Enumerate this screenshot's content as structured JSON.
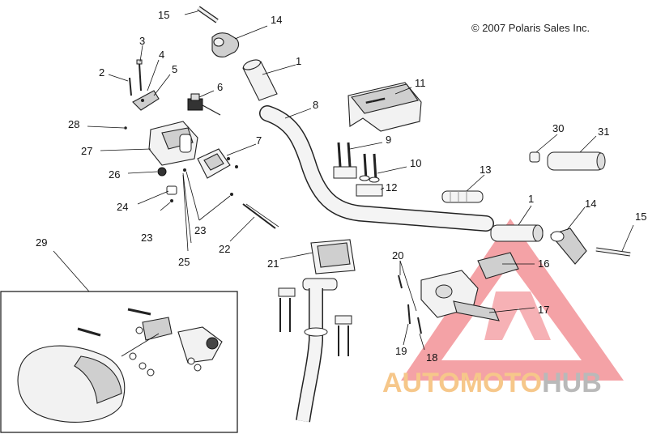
{
  "copyright": "© 2007 Polaris Sales Inc.",
  "callouts": [
    {
      "id": "c15a",
      "label": "15"
    },
    {
      "id": "c14a",
      "label": "14"
    },
    {
      "id": "c3",
      "label": "3"
    },
    {
      "id": "c4",
      "label": "4"
    },
    {
      "id": "c2",
      "label": "2"
    },
    {
      "id": "c5",
      "label": "5"
    },
    {
      "id": "c1a",
      "label": "1"
    },
    {
      "id": "c6",
      "label": "6"
    },
    {
      "id": "c8",
      "label": "8"
    },
    {
      "id": "c11",
      "label": "11"
    },
    {
      "id": "c28",
      "label": "28"
    },
    {
      "id": "c27",
      "label": "27"
    },
    {
      "id": "c7",
      "label": "7"
    },
    {
      "id": "c9",
      "label": "9"
    },
    {
      "id": "c30",
      "label": "30"
    },
    {
      "id": "c31",
      "label": "31"
    },
    {
      "id": "c10",
      "label": "10"
    },
    {
      "id": "c26",
      "label": "26"
    },
    {
      "id": "c13",
      "label": "13"
    },
    {
      "id": "c12",
      "label": "12"
    },
    {
      "id": "c24",
      "label": "24"
    },
    {
      "id": "c1b",
      "label": "1"
    },
    {
      "id": "c14b",
      "label": "14"
    },
    {
      "id": "c23a",
      "label": "23"
    },
    {
      "id": "c23b",
      "label": "23"
    },
    {
      "id": "c15b",
      "label": "15"
    },
    {
      "id": "c29",
      "label": "29"
    },
    {
      "id": "c22",
      "label": "22"
    },
    {
      "id": "c20",
      "label": "20"
    },
    {
      "id": "c25",
      "label": "25"
    },
    {
      "id": "c21",
      "label": "21"
    },
    {
      "id": "c16",
      "label": "16"
    },
    {
      "id": "c17",
      "label": "17"
    },
    {
      "id": "c19",
      "label": "19"
    },
    {
      "id": "c18",
      "label": "18"
    }
  ],
  "watermark": {
    "part1": "AUTO",
    "part2": "MOTO",
    "part3": "HUB",
    "accent": "#e8363f",
    "light": "#f6c78a",
    "dark": "#b9b9b9"
  }
}
